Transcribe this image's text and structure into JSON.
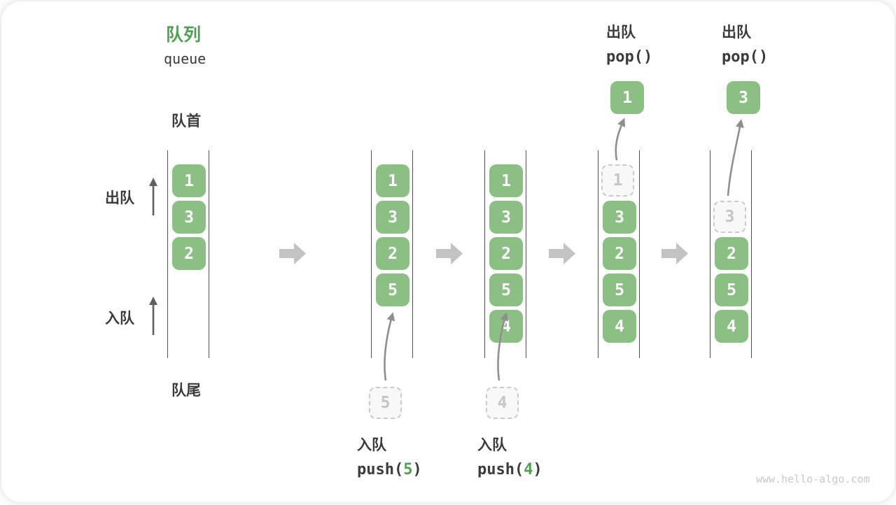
{
  "title": {
    "zh": "队列",
    "en": "queue"
  },
  "colors": {
    "cell_green": "#8CBF84",
    "accent_green": "#4FA052",
    "block_arrow_gray": "#c3c3c3",
    "thin_arrow_dark": "#606060",
    "thin_arrow_mid": "#8f8f8f",
    "dashed_border": "#cbcbcb",
    "column_line": "#4f4f4f"
  },
  "labels": {
    "front": "队首",
    "rear": "队尾",
    "dequeue": "出队",
    "enqueue": "入队"
  },
  "states": [
    {
      "cells": [
        {
          "value": "1",
          "slot": 0,
          "style": "solid"
        },
        {
          "value": "3",
          "slot": 1,
          "style": "solid"
        },
        {
          "value": "2",
          "slot": 2,
          "style": "solid"
        }
      ]
    },
    {
      "cells": [
        {
          "value": "1",
          "slot": 0,
          "style": "solid"
        },
        {
          "value": "3",
          "slot": 1,
          "style": "solid"
        },
        {
          "value": "2",
          "slot": 2,
          "style": "solid"
        },
        {
          "value": "5",
          "slot": 3,
          "style": "solid"
        }
      ],
      "pending": {
        "value": "5"
      }
    },
    {
      "cells": [
        {
          "value": "1",
          "slot": 0,
          "style": "solid"
        },
        {
          "value": "3",
          "slot": 1,
          "style": "solid"
        },
        {
          "value": "2",
          "slot": 2,
          "style": "solid"
        },
        {
          "value": "5",
          "slot": 3,
          "style": "solid"
        },
        {
          "value": "4",
          "slot": 4,
          "style": "solid"
        }
      ],
      "pending": {
        "value": "4"
      }
    },
    {
      "cells": [
        {
          "value": "1",
          "slot": 0,
          "style": "dashed"
        },
        {
          "value": "3",
          "slot": 1,
          "style": "solid"
        },
        {
          "value": "2",
          "slot": 2,
          "style": "solid"
        },
        {
          "value": "5",
          "slot": 3,
          "style": "solid"
        },
        {
          "value": "4",
          "slot": 4,
          "style": "solid"
        }
      ],
      "popped": {
        "value": "1"
      }
    },
    {
      "cells": [
        {
          "value": "3",
          "slot": 1,
          "style": "dashed"
        },
        {
          "value": "2",
          "slot": 2,
          "style": "solid"
        },
        {
          "value": "5",
          "slot": 3,
          "style": "solid"
        },
        {
          "value": "4",
          "slot": 4,
          "style": "solid"
        }
      ],
      "popped": {
        "value": "3"
      }
    }
  ],
  "ops": {
    "push1": {
      "label": "入队",
      "pre": "push(",
      "arg": "5",
      "post": ")"
    },
    "push2": {
      "label": "入队",
      "pre": "push(",
      "arg": "4",
      "post": ")"
    },
    "pop1": {
      "label": "出队",
      "code": "pop()"
    },
    "pop2": {
      "label": "出队",
      "code": "pop()"
    }
  },
  "watermark": "www.hello-algo.com"
}
